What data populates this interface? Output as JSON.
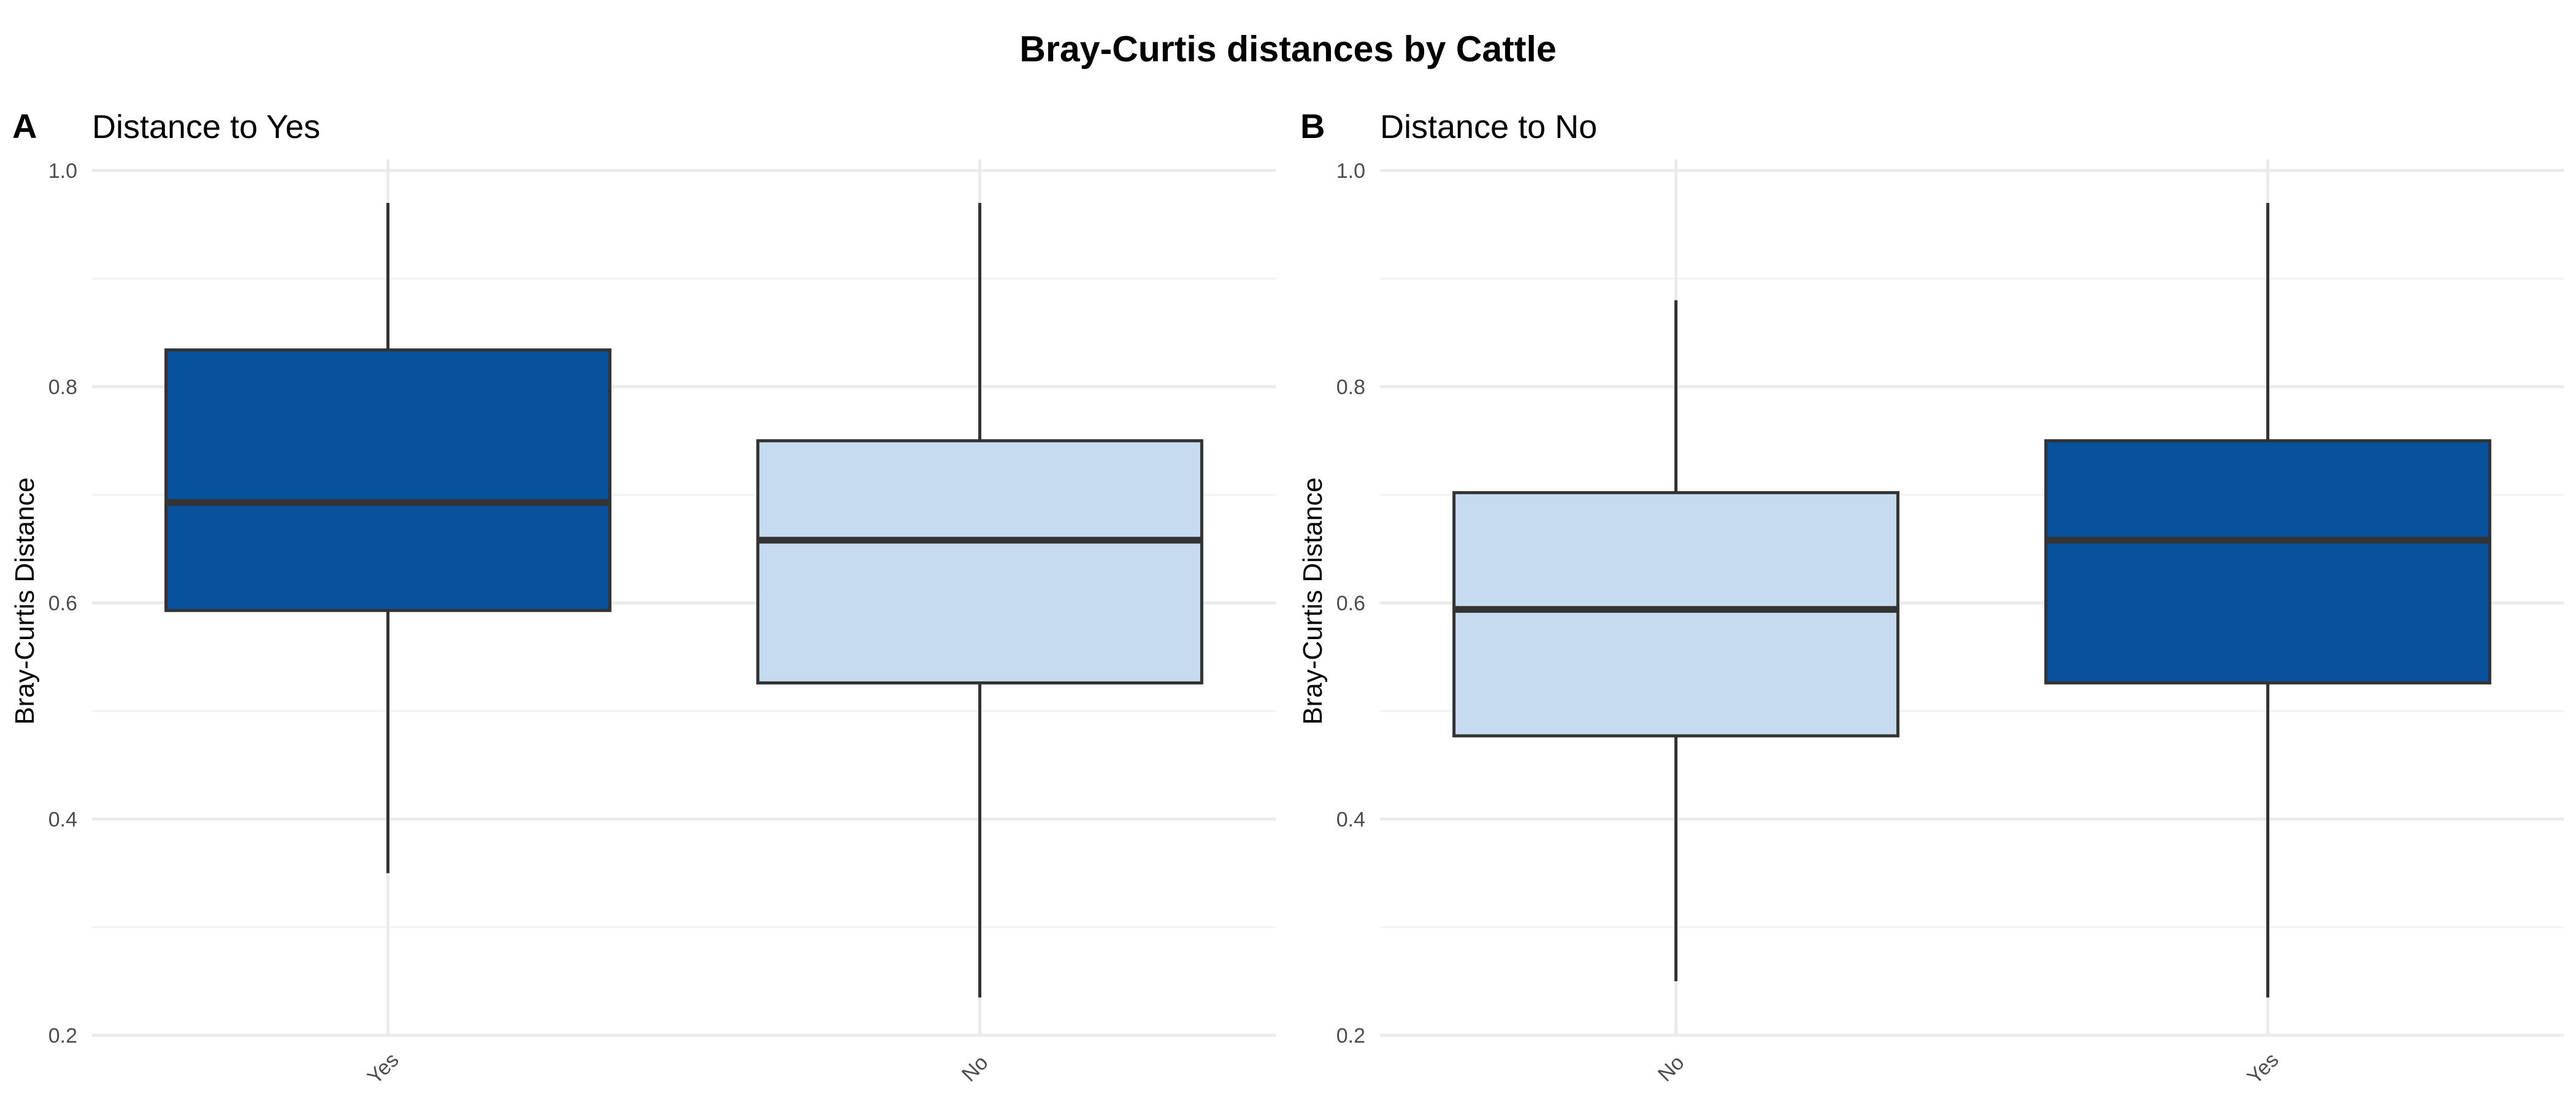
{
  "title": "Bray-Curtis distances by Cattle",
  "colors": {
    "yes_fill": "#08519c",
    "no_fill": "#c6dbef",
    "outline": "#333333",
    "median": "#333333",
    "grid": "#ebebeb"
  },
  "chart_data": [
    {
      "type": "box",
      "panel_tag": "A",
      "title": "Distance to Yes",
      "xlabel": "",
      "ylabel": "Bray-Curtis Distance",
      "ylim": [
        0.2,
        1.0
      ],
      "yticks": [
        "0.2",
        "0.4",
        "0.6",
        "0.8",
        "1.0"
      ],
      "grid": true,
      "categories": [
        "Yes",
        "No"
      ],
      "boxes": [
        {
          "category": "Yes",
          "fill": "#08519c",
          "whisker_low": 0.35,
          "q1": 0.593,
          "median": 0.693,
          "q3": 0.834,
          "whisker_high": 0.97
        },
        {
          "category": "No",
          "fill": "#c6dbef",
          "whisker_low": 0.235,
          "q1": 0.526,
          "median": 0.658,
          "q3": 0.75,
          "whisker_high": 0.97
        }
      ]
    },
    {
      "type": "box",
      "panel_tag": "B",
      "title": "Distance to No",
      "xlabel": "",
      "ylabel": "Bray-Curtis Distance",
      "ylim": [
        0.2,
        1.0
      ],
      "yticks": [
        "0.2",
        "0.4",
        "0.6",
        "0.8",
        "1.0"
      ],
      "grid": true,
      "categories": [
        "No",
        "Yes"
      ],
      "boxes": [
        {
          "category": "No",
          "fill": "#c6dbef",
          "whisker_low": 0.25,
          "q1": 0.477,
          "median": 0.594,
          "q3": 0.702,
          "whisker_high": 0.88
        },
        {
          "category": "Yes",
          "fill": "#08519c",
          "whisker_low": 0.235,
          "q1": 0.526,
          "median": 0.658,
          "q3": 0.75,
          "whisker_high": 0.97
        }
      ]
    }
  ]
}
